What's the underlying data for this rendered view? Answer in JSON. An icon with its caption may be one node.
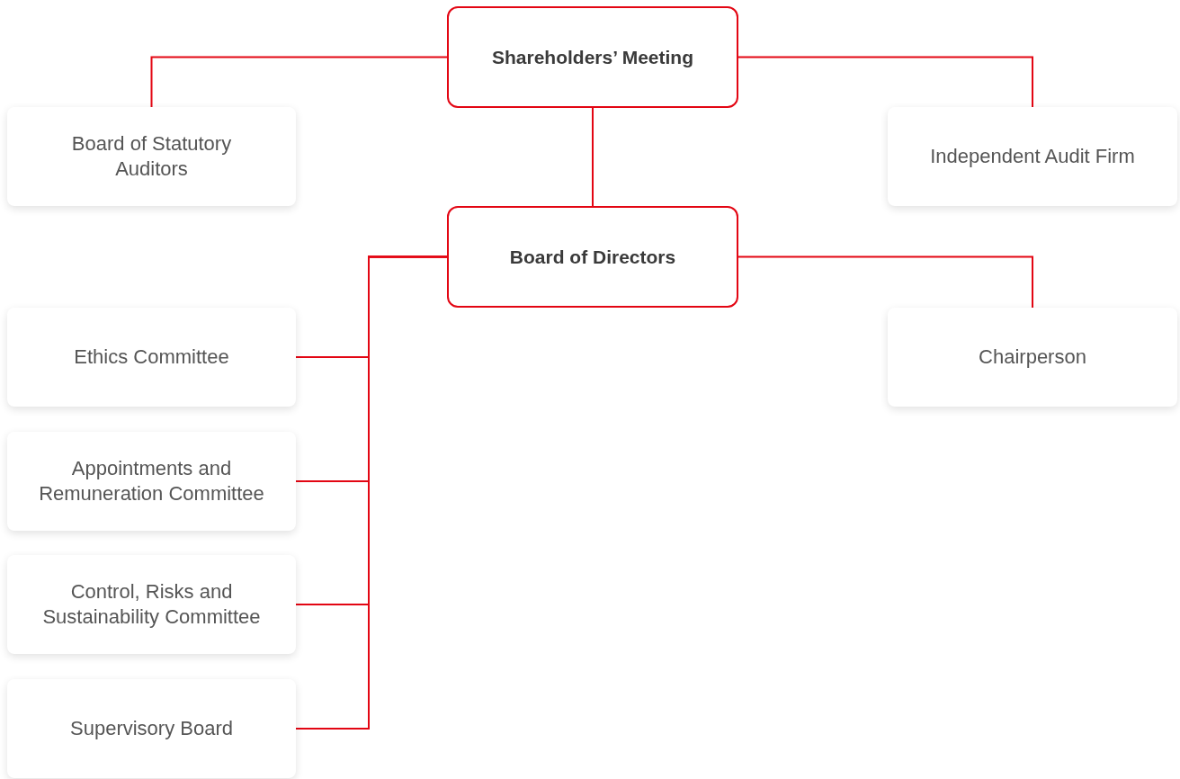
{
  "diagram": {
    "nodes": [
      {
        "text": [
          "Shareholders’ Meeting"
        ]
      },
      {
        "text": [
          "Board of Statutory Auditors"
        ]
      },
      {
        "text": [
          "Independent Audit Firm"
        ]
      },
      {
        "text": [
          "Board of Directors"
        ]
      },
      {
        "text": [
          "Chairperson"
        ]
      },
      {
        "text": [
          "Ethics Committee"
        ]
      },
      {
        "text": [
          "Appointments and Remuneration Committee"
        ]
      },
      {
        "text": [
          "Control, Risks and Sustainability Committee"
        ]
      },
      {
        "text": [
          "Supervisory Board"
        ]
      }
    ],
    "edges": [
      {
        "from": 0,
        "to": 1,
        "arrow": "none"
      },
      {
        "from": 0,
        "to": 2,
        "arrow": "none"
      },
      {
        "from": 0,
        "to": 3,
        "arrow": "none"
      },
      {
        "from": 3,
        "to": 4,
        "arrow": "none"
      },
      {
        "from": 3,
        "to": 5,
        "arrow": "none"
      },
      {
        "from": 3,
        "to": 6,
        "arrow": "none"
      },
      {
        "from": 3,
        "to": 7,
        "arrow": "none"
      },
      {
        "from": 3,
        "to": 8,
        "arrow": "none"
      }
    ]
  }
}
